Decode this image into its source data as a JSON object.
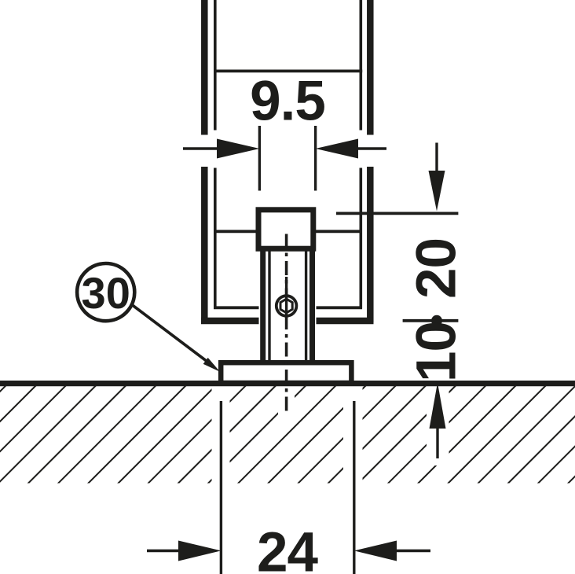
{
  "drawing": {
    "type": "technical-cross-section-sliding-door-floor-guide",
    "colors": {
      "line": "#1d1d1b",
      "background": "#ffffff"
    },
    "dimensions": {
      "groove_width": "9.5",
      "guide_height": "20",
      "bottom_gap": "10",
      "base_plate_width": "24"
    },
    "callout": {
      "position_number": "30"
    },
    "icons": {
      "screw": "hex-socket-screw-icon"
    }
  }
}
